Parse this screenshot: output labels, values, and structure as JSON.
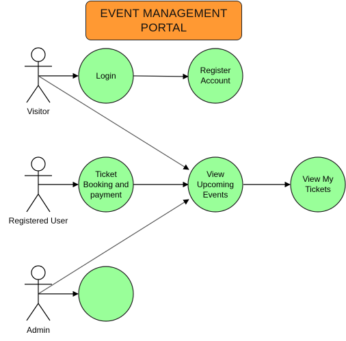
{
  "title": {
    "line1": "EVENT MANAGEMENT",
    "line2": "PORTAL",
    "fill": "#ff9933"
  },
  "colors": {
    "usecase_fill": "#99ff99",
    "usecase_stroke": "#222222",
    "actor_stroke": "#000000",
    "assoc_line": "#000000",
    "diag_line": "#555555"
  },
  "actors": {
    "visitor": "Visitor",
    "registered_user": "Registered User",
    "admin": "Admin"
  },
  "usecases": {
    "login": {
      "line1": "Login"
    },
    "register_account": {
      "line1": "Register",
      "line2": "Account"
    },
    "ticket_booking": {
      "line1": "Ticket",
      "line2": "Booking and",
      "line3": "payment"
    },
    "view_upcoming_events": {
      "line1": "View",
      "line2": "Upcoming",
      "line3": "Events"
    },
    "view_my_tickets": {
      "line1": "View My",
      "line2": "Tickets"
    },
    "admin_usecase": {
      "line1": ""
    }
  }
}
